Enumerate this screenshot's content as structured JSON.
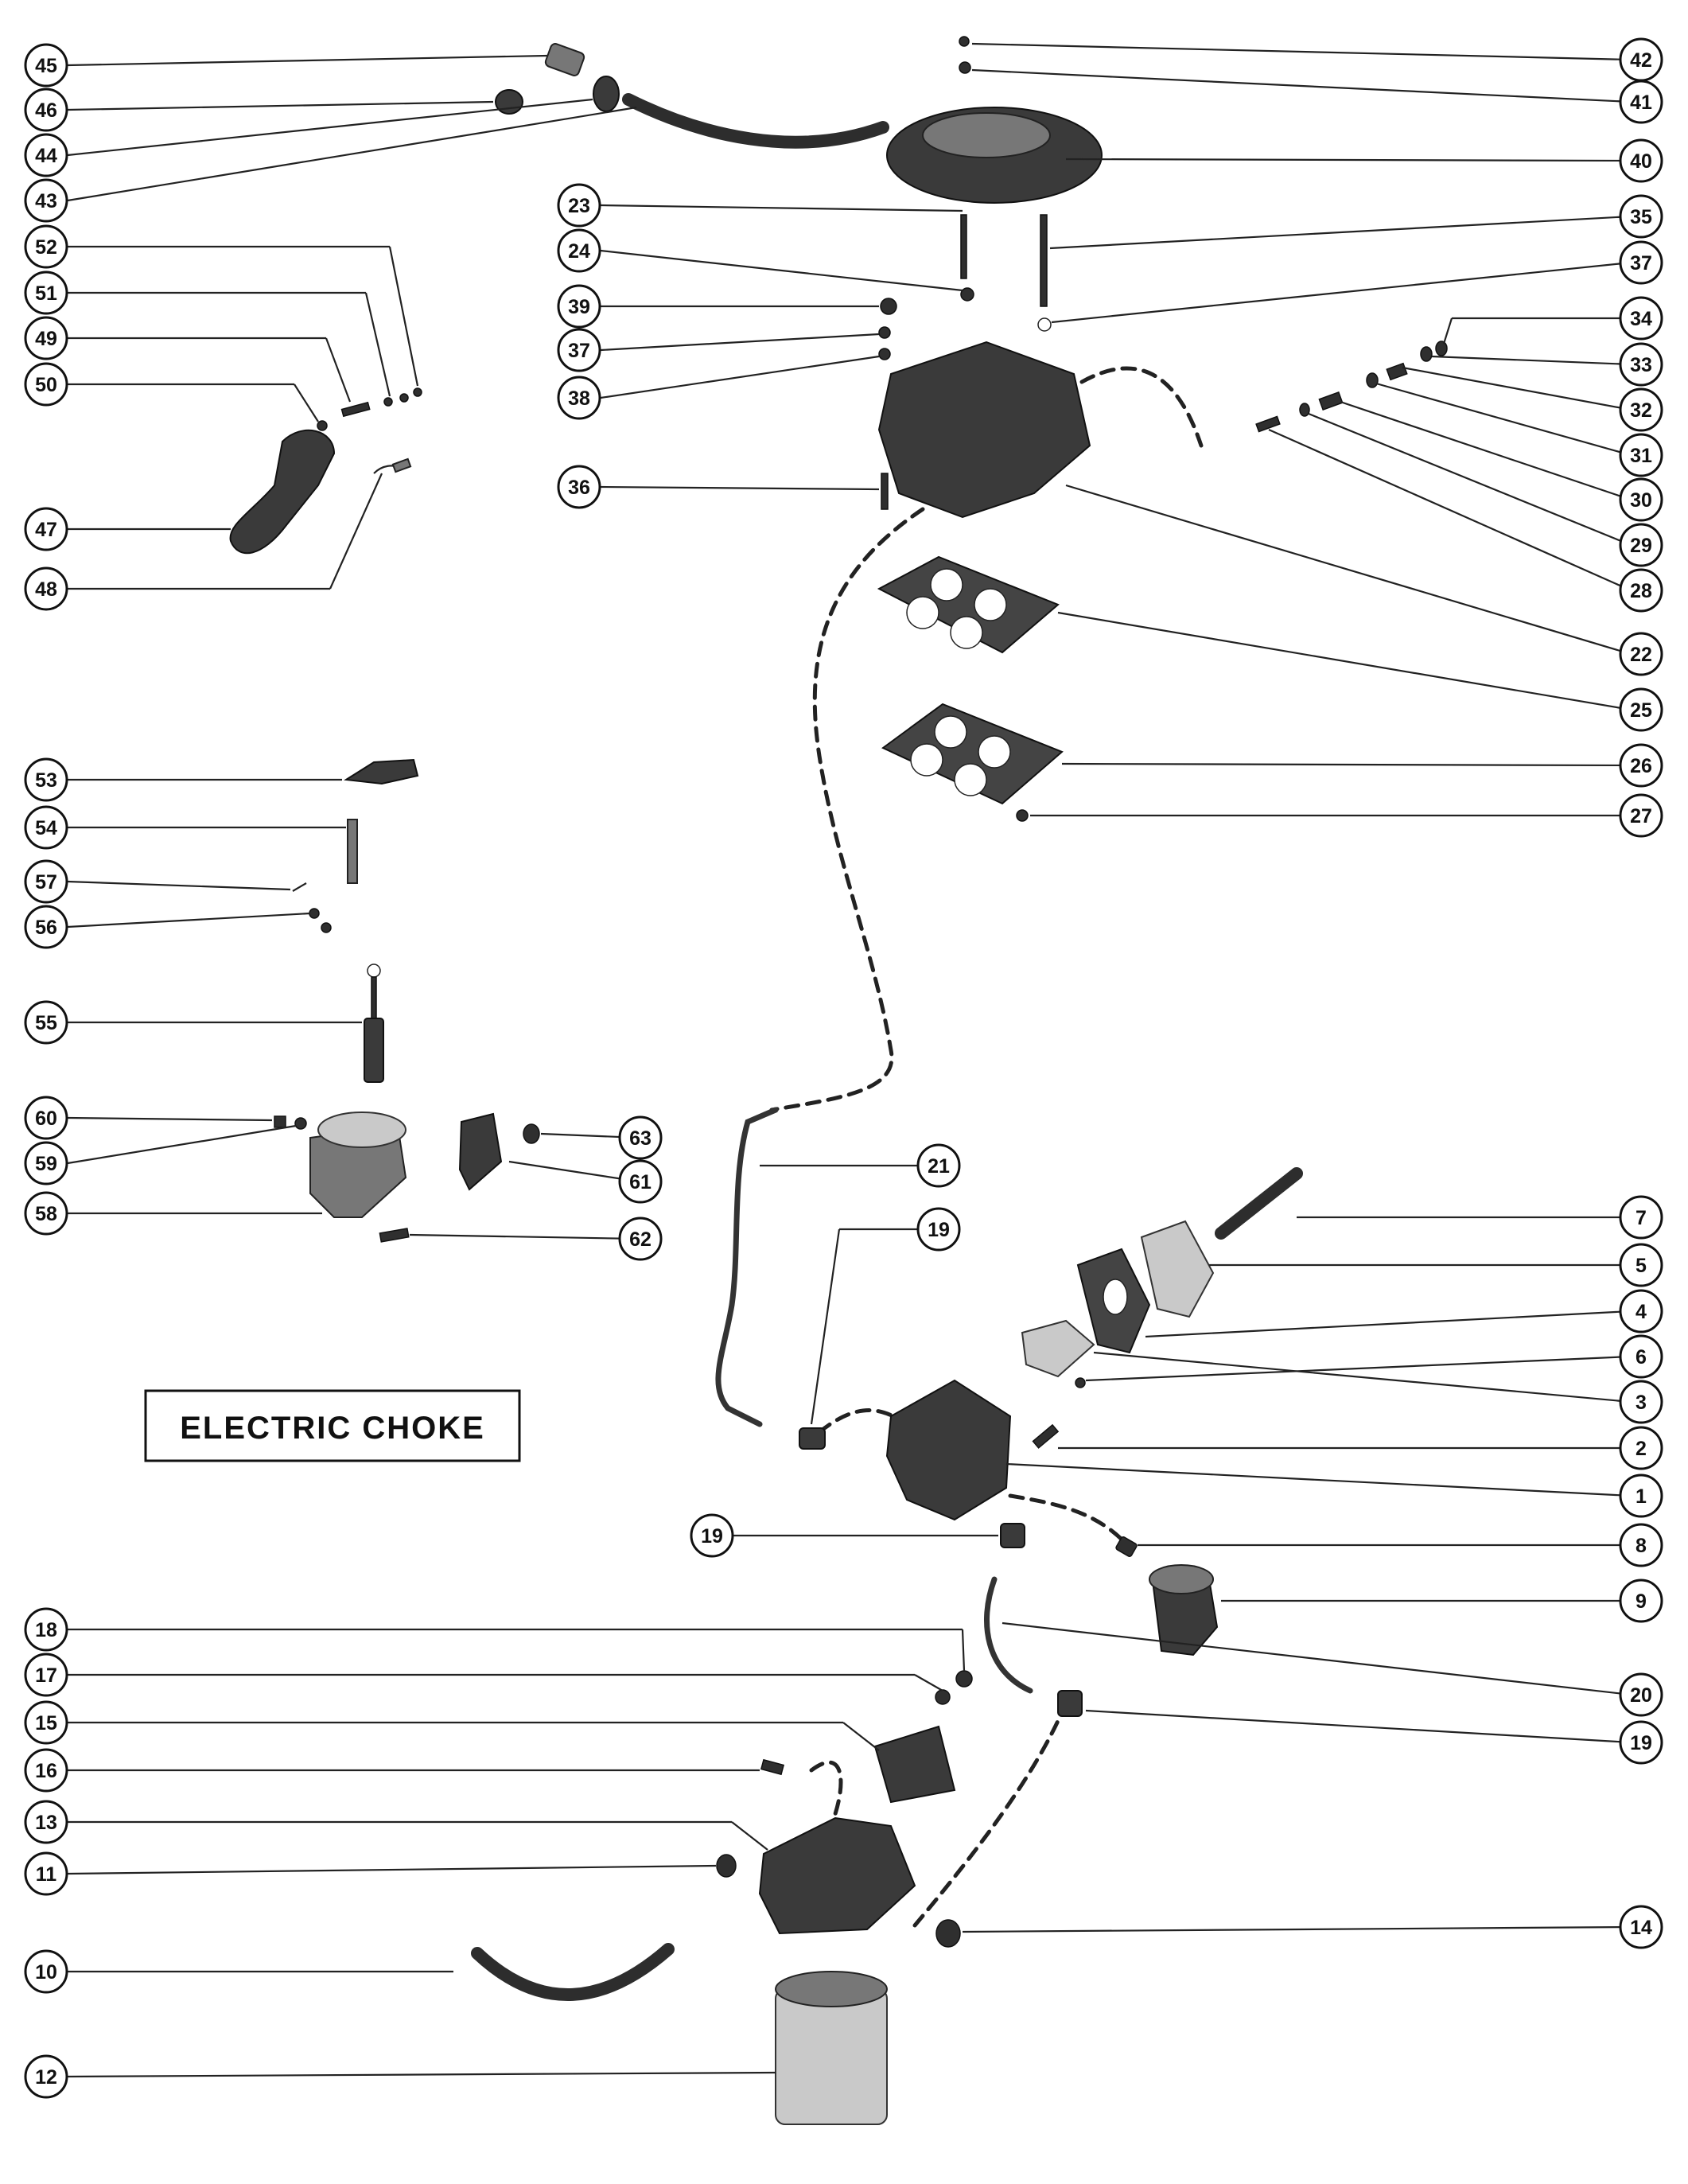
{
  "diagram": {
    "label_box": {
      "text": "ELECTRIC CHOKE"
    },
    "callouts": {
      "c1": "1",
      "c2": "2",
      "c3": "3",
      "c4": "4",
      "c5": "5",
      "c6": "6",
      "c7": "7",
      "c8": "8",
      "c9": "9",
      "c10": "10",
      "c11": "11",
      "c12": "12",
      "c13": "13",
      "c14": "14",
      "c15": "15",
      "c16": "16",
      "c17": "17",
      "c18": "18",
      "c19a": "19",
      "c19b": "19",
      "c19c": "19",
      "c20": "20",
      "c21": "21",
      "c22": "22",
      "c23": "23",
      "c24": "24",
      "c25": "25",
      "c26": "26",
      "c27": "27",
      "c28": "28",
      "c29": "29",
      "c30": "30",
      "c31": "31",
      "c32": "32",
      "c33": "33",
      "c34": "34",
      "c35": "35",
      "c36": "36",
      "c37a": "37",
      "c37b": "37",
      "c38": "38",
      "c39": "39",
      "c40": "40",
      "c41": "41",
      "c42": "42",
      "c43": "43",
      "c44": "44",
      "c45": "45",
      "c46": "46",
      "c47": "47",
      "c48": "48",
      "c49": "49",
      "c50": "50",
      "c51": "51",
      "c52": "52",
      "c53": "53",
      "c54": "54",
      "c55": "55",
      "c56": "56",
      "c57": "57",
      "c58": "58",
      "c59": "59",
      "c60": "60",
      "c61": "61",
      "c62": "62",
      "c63": "63"
    }
  }
}
